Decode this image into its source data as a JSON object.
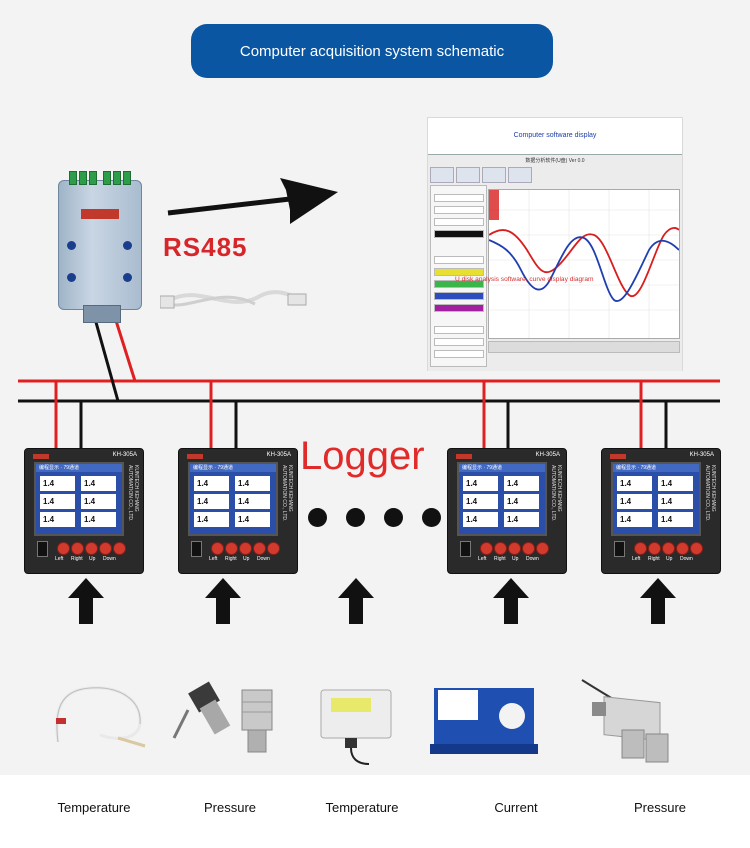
{
  "title": "Computer acquisition system schematic",
  "protocol_label": "RS485",
  "software": {
    "caption": "Computer software display",
    "window_title": "数据分析软件(U盘) Ver 0.0",
    "plot_note": "U disk analysis software, curve display diagram"
  },
  "logger": {
    "title": "Logger",
    "model": "KH-305A",
    "screen_header": "编程显示 · 79通道",
    "cell_value": "1.4",
    "side_text": "KUNTECH KEHANG AUTOMATION CO., LTD.",
    "buttons": [
      "Left",
      "Right",
      "Up",
      "Down"
    ]
  },
  "sensors": [
    {
      "name": "temperature-probe",
      "label": "Temperature"
    },
    {
      "name": "pressure-transmitter",
      "label": "Pressure"
    },
    {
      "name": "temperature-box",
      "label": "Temperature"
    },
    {
      "name": "current-transformer",
      "label": "Current"
    },
    {
      "name": "differential-pressure",
      "label": "Pressure"
    }
  ],
  "colors": {
    "title_bg": "#0a56a3",
    "red_line": "#e02020",
    "black_line": "#111111",
    "logger_accent": "#e12a2a",
    "curve_red": "#d81e1e",
    "curve_blue": "#1f3fb0"
  },
  "icons": [
    "arrow-right-icon",
    "arrow-up-icon",
    "ellipsis-dots-icon"
  ]
}
